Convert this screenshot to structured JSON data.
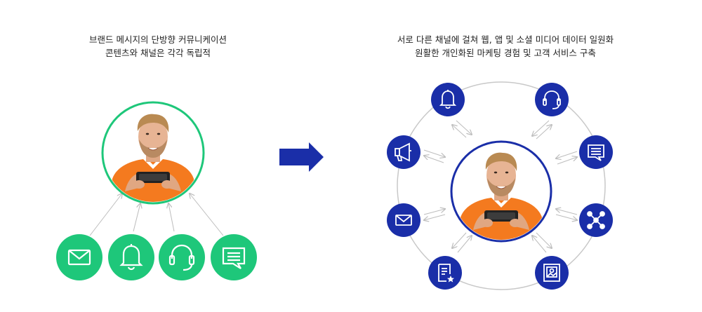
{
  "left_caption": {
    "line1": "브랜드 메시지의 단방향 커뮤니케이션",
    "line2": "콘텐츠와 채널은 각각 독립적"
  },
  "right_caption": {
    "line1": "서로 다른 채널에 걸쳐 웹, 앱 및 소셜 미디어 데이터 일원화",
    "line2": "원활한 개인화된 마케팅 경험 및 고객 서비스 구축"
  },
  "left_diagram": {
    "channel_color": "#1ec77a",
    "ring_color": "#1ec77a",
    "channels": [
      "mail-icon",
      "bell-icon",
      "headset-icon",
      "chat-icon"
    ]
  },
  "right_diagram": {
    "channel_color": "#1a2ea8",
    "ring_color": "#1a2ea8",
    "orbit_color": "#c8c8c8",
    "channels": [
      "bell-icon",
      "headset-icon",
      "chat-icon",
      "network-icon",
      "image-icon",
      "review-icon",
      "mail-icon",
      "megaphone-icon"
    ]
  },
  "arrow_color": "#1a2ea8",
  "person": {
    "shirt_color": "#f47a1f",
    "skin_color": "#e7b494",
    "hair_color": "#b98a52"
  }
}
